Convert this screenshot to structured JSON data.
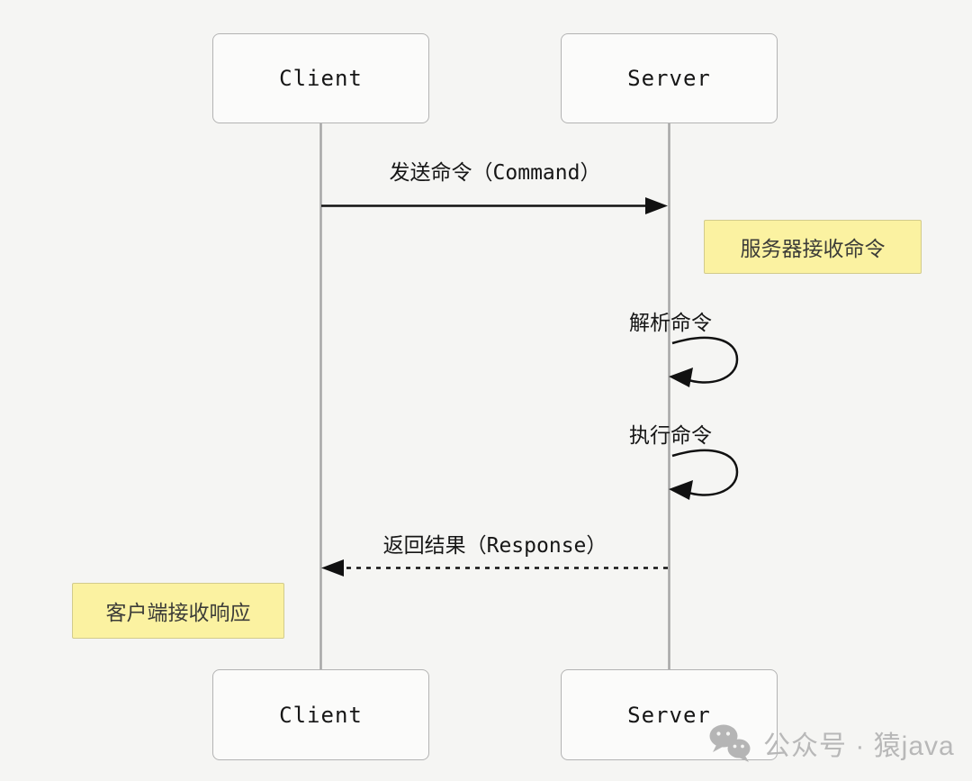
{
  "diagram": {
    "type": "sequence",
    "participants": [
      {
        "id": "client",
        "label": "Client"
      },
      {
        "id": "server",
        "label": "Server"
      }
    ],
    "messages": [
      {
        "label": "发送命令（Command）",
        "from": "Client",
        "to": "Server",
        "line": "solid-arrow"
      },
      {
        "label": "解析命令",
        "from": "Server",
        "to": "Server",
        "line": "self-loop"
      },
      {
        "label": "执行命令",
        "from": "Server",
        "to": "Server",
        "line": "self-loop"
      },
      {
        "label": "返回结果（Response）",
        "from": "Server",
        "to": "Client",
        "line": "dashed-arrow"
      }
    ],
    "notes": [
      {
        "label": "服务器接收命令",
        "side": "right-of-server"
      },
      {
        "label": "客户端接收响应",
        "side": "left-of-client"
      }
    ]
  },
  "watermark": {
    "icon": "wechat-icon",
    "text": "公众号 · 猿java"
  },
  "colors": {
    "background": "#f5f5f3",
    "box_fill": "#fbfbfa",
    "box_border": "#b3b3b3",
    "lifeline": "#a6a6a6",
    "message_text": "#161616",
    "arrow": "#111111",
    "note_fill": "#fbf2a1",
    "note_border": "#d2cb8c",
    "watermark_color": "#b8b8b8"
  }
}
